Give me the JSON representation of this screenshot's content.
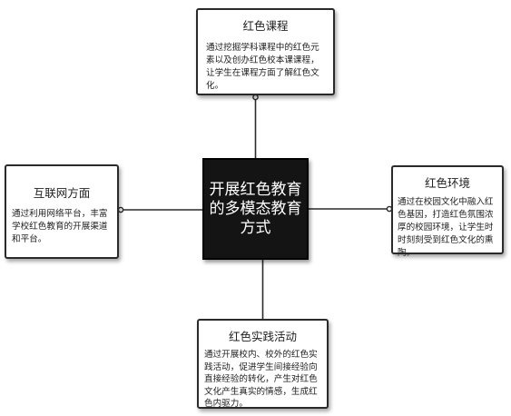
{
  "center": {
    "text": "开展红色教育的多模态教育方式"
  },
  "branches": {
    "top": {
      "title": "红色课程",
      "body": "通过挖掘学科课程中的红色元素以及创办红色校本课课程，让学生在课程方面了解红色文化。"
    },
    "left": {
      "title": "互联网方面",
      "body": "通过利用网络平台，丰富学校红色教育的开展渠道和平台。"
    },
    "right": {
      "title": "红色环境",
      "body": "通过在校园文化中融入红色基因，打造红色氛围浓厚的校园环境，让学生时时刻刻受到红色文化的熏陶。"
    },
    "bottom": {
      "title": "红色实践活动",
      "body": "通过开展校内、校外的红色实践活动，促进学生间接经验向直接经验的转化，产生对红色文化产生真实的情感，生成红色内驱力。"
    }
  },
  "colors": {
    "center_fill": "#141414",
    "line": "#2a2a2a",
    "node_border": "#2a2a2a"
  }
}
